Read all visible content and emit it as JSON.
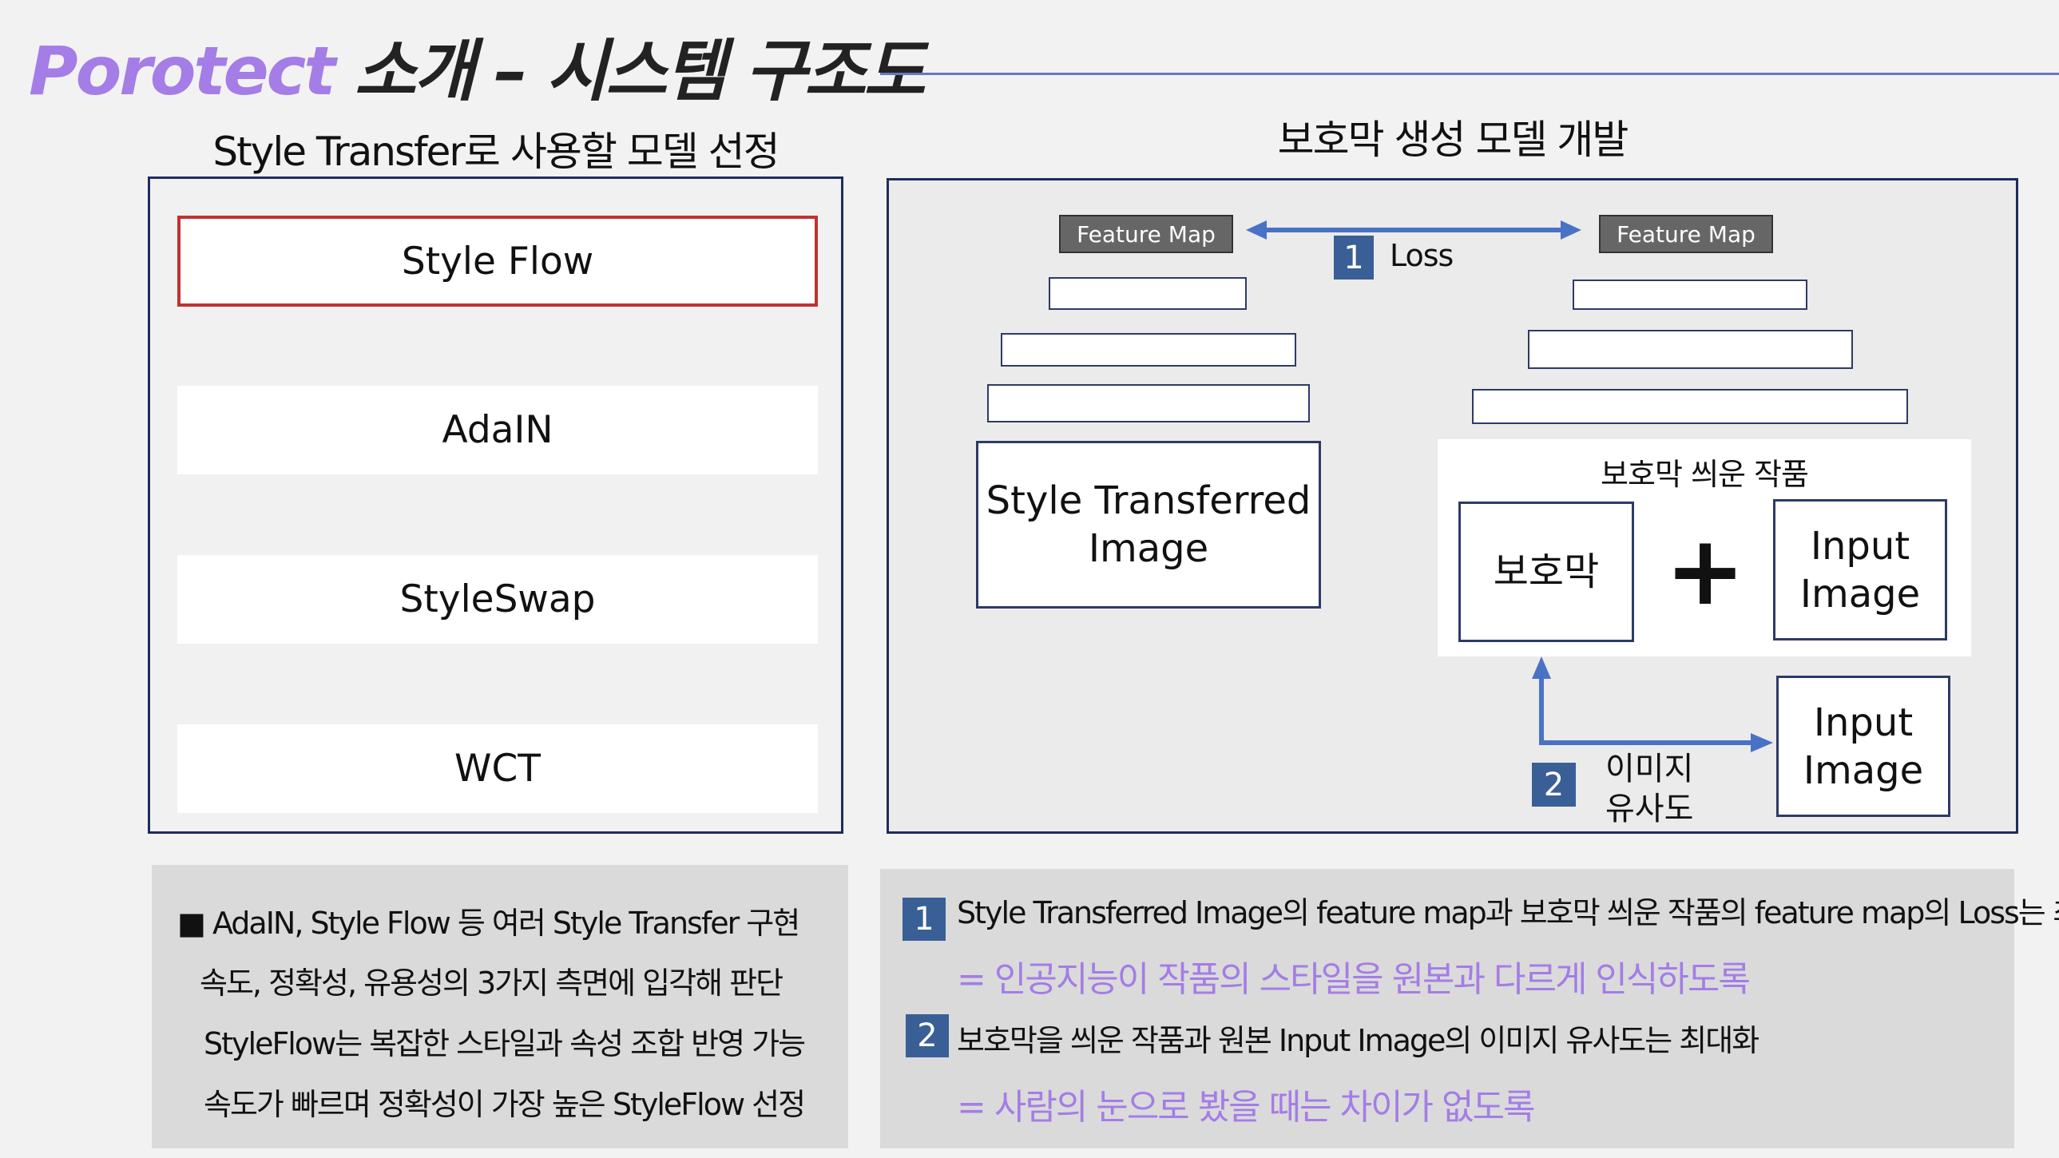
{
  "header": {
    "brand": "Porotect",
    "rest": " 소개 – 시스템 구조도"
  },
  "left_section": {
    "heading": "Style Transfer로 사용할 모델 선정",
    "models": [
      {
        "label": "Style Flow",
        "selected": true
      },
      {
        "label": "AdaIN",
        "selected": false
      },
      {
        "label": "StyleSwap",
        "selected": false
      },
      {
        "label": "WCT",
        "selected": false
      }
    ],
    "selected_color": "#c0322f"
  },
  "right_section": {
    "heading": "보호막 생성 모델 개발",
    "feature_map_left": "Feature Map",
    "feature_map_right": "Feature Map",
    "loss_num": "1",
    "loss_label": "Loss",
    "style_transferred": "Style Transferred Image",
    "group_title": "보호막 씌운 작품",
    "shield": "보호막",
    "plus": "+",
    "input_image_a": "Input Image",
    "input_image_b": "Input Image",
    "similarity_num": "2",
    "similarity_label_1": "이미지",
    "similarity_label_2": "유사도",
    "arrow_color": "#4a72c4"
  },
  "bottom_left": {
    "lines": [
      "■ AdaIN, Style Flow 등 여러 Style Transfer 구현",
      "속도, 정확성, 유용성의 3가지 측면에 입각해 판단",
      "StyleFlow는 복잡한 스타일과 속성 조합 반영 가능",
      "속도가 빠르며 정확성이 가장 높은 StyleFlow 선정"
    ]
  },
  "bottom_right": {
    "items": [
      {
        "num": "1",
        "text": "Style Transferred Image의 feature map과 보호막 씌운 작품의 feature map의 Loss는 최소화",
        "sub": "= 인공지능이 작품의 스타일을 원본과 다르게 인식하도록"
      },
      {
        "num": "2",
        "text": "보호막을 씌운 작품과 원본 Input Image의 이미지 유사도는 최대화",
        "sub": "= 사람의 눈으로 봤을 때는 차이가 없도록"
      }
    ],
    "accent_color": "#a47de6"
  }
}
